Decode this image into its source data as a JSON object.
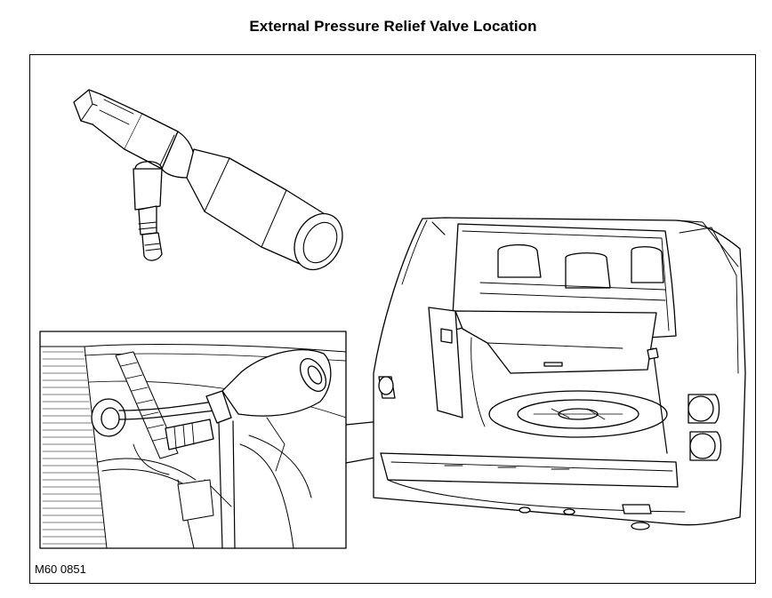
{
  "page": {
    "title": "External Pressure Relief Valve Location",
    "figure_reference": "M60 0851"
  },
  "illustration": {
    "parts": [
      "pressure-relief-valve-detail",
      "detail-inset-installed-valve",
      "vehicle-rear-load-space"
    ]
  }
}
